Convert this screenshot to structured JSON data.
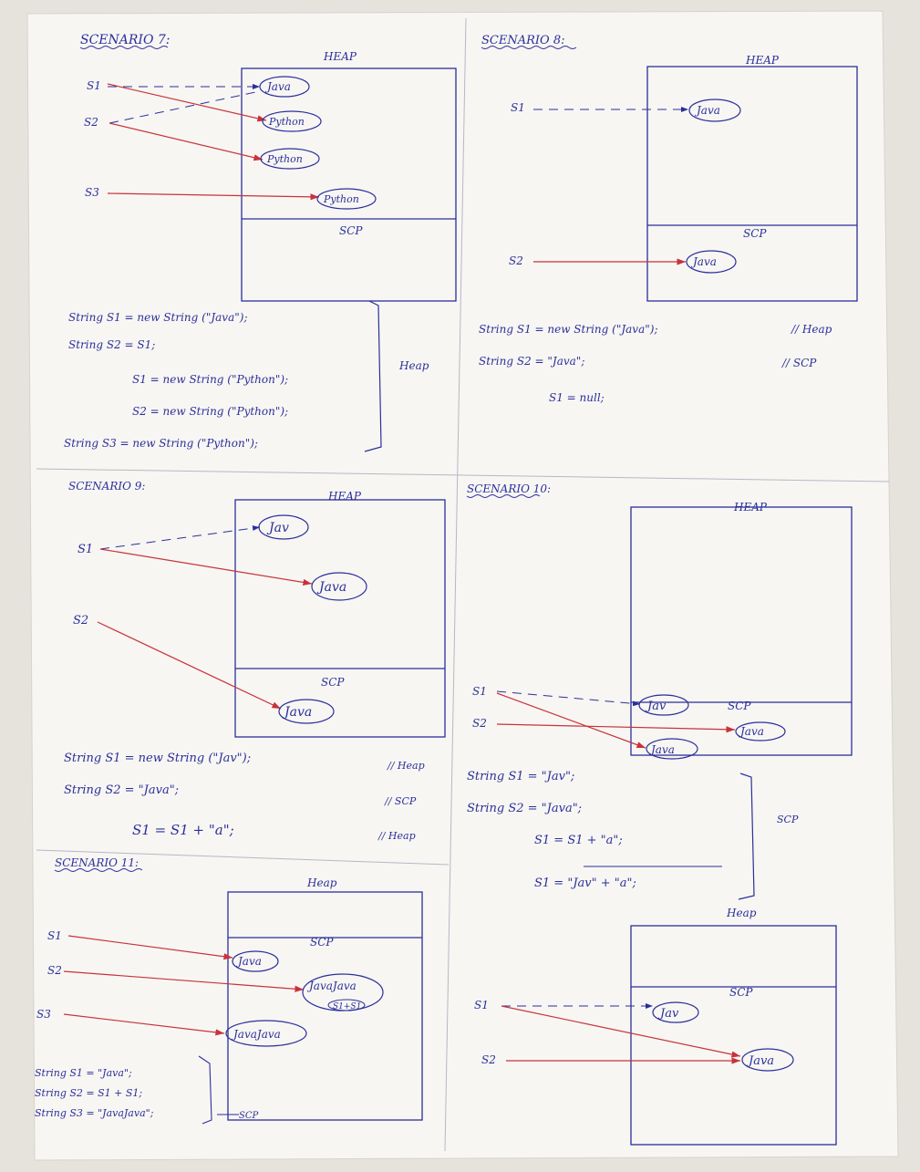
{
  "colors": {
    "ink": "#2b2f9c",
    "reference": "#c8323c",
    "paper": "#f7f6f2"
  },
  "s7": {
    "title": "SCENARIO 7:",
    "heap": "HEAP",
    "scp": "SCP",
    "refs": [
      "S1",
      "S2",
      "S3"
    ],
    "objects": [
      "Java",
      "Python",
      "Python",
      "Python"
    ],
    "code": [
      "String  S1 = new String (\"Java\");",
      "String  S2 = S1;",
      "S1 = new String (\"Python\");",
      "S2 = new String (\"Python\");",
      "String  S3 = new String (\"Python\");"
    ],
    "note": "Heap"
  },
  "s8": {
    "title": "SCENARIO 8:",
    "heap": "HEAP",
    "scp": "SCP",
    "refs": [
      "S1",
      "S2"
    ],
    "objects": [
      "Java",
      "Java"
    ],
    "code": [
      "String  S1 = new String (\"Java\");",
      "String  S2 = \"Java\";",
      "S1 = null;"
    ],
    "notes": [
      "// Heap",
      "// SCP"
    ]
  },
  "s9": {
    "title": "SCENARIO 9:",
    "heap": "HEAP",
    "scp": "SCP",
    "refs": [
      "S1",
      "S2"
    ],
    "objects": [
      "Jav",
      "Java",
      "Java"
    ],
    "code": [
      "String  S1 = new String (\"Jav\");",
      "String  S2 = \"Java\";",
      "S1 = S1 + \"a\";"
    ],
    "notes": [
      "// Heap",
      "// SCP",
      "// Heap"
    ]
  },
  "s10": {
    "title": "SCENARIO 10:",
    "heap": "HEAP",
    "scp": "SCP",
    "heap2": "Heap",
    "scp2": "SCP",
    "refs": [
      "S1",
      "S2",
      "S1",
      "S2"
    ],
    "objects": [
      "Jav",
      "Java",
      "Java",
      "Jav",
      "Java"
    ],
    "code": [
      "String  S1 = \"Jav\";",
      "String  S2 = \"Java\";",
      "S1 = S1 + \"a\";",
      "S1 = \"Jav\" + \"a\";"
    ],
    "note": "SCP"
  },
  "s11": {
    "title": "SCENARIO 11:",
    "heap": "Heap",
    "scp": "SCP",
    "refs": [
      "S1",
      "S2",
      "S3"
    ],
    "objects": [
      "Java",
      "JavaJava",
      "JavaJava"
    ],
    "sub": "S1+S1",
    "code": [
      "String S1 = \"Java\";",
      "String S2 = S1 + S1;",
      "String S3 = \"JavaJava\";"
    ],
    "note": "SCP"
  }
}
